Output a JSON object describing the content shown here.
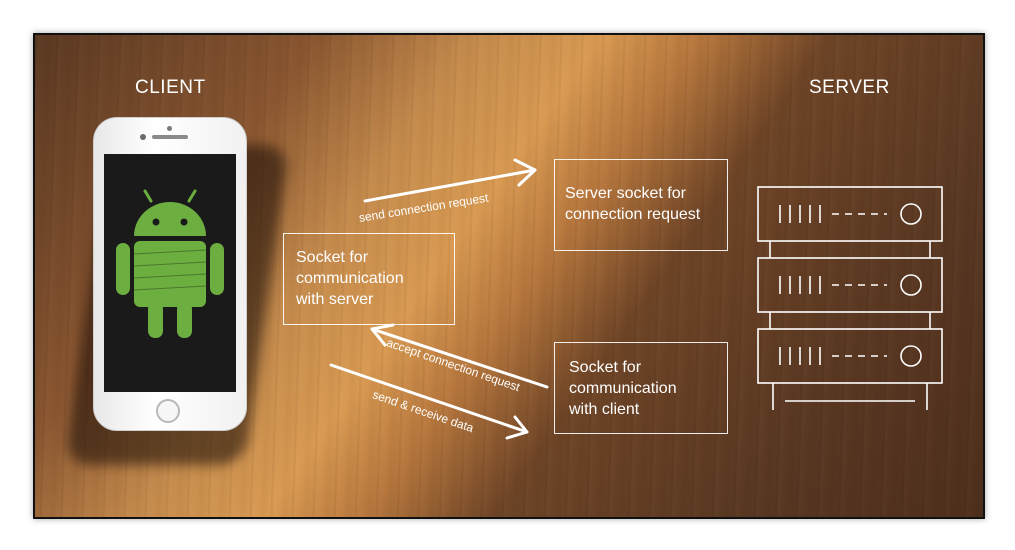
{
  "headings": {
    "client": "CLIENT",
    "server": "SERVER"
  },
  "boxes": {
    "client_socket": "Socket for\ncommunication\nwith server",
    "server_socket": "Server socket for\nconnection request",
    "server_comm_socket": "Socket for\ncommunication\nwith client"
  },
  "arrows": {
    "send_connection_request": "send connection request",
    "accept_connection_request": "accept connection request",
    "send_receive_data": "send & receive data"
  },
  "colors": {
    "android_green": "#6cae3f",
    "line_white": "#ffffff"
  },
  "icons": {
    "phone": "smartphone-icon",
    "android": "android-robot-icon",
    "server": "server-rack-icon"
  }
}
